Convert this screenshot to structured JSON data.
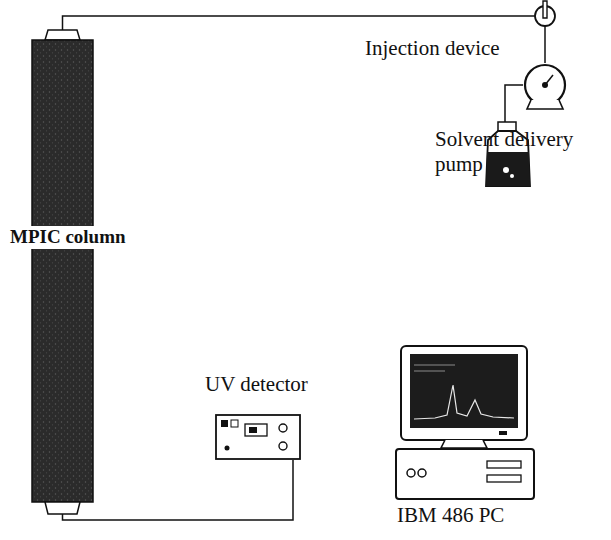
{
  "diagram": {
    "nodes": [
      {
        "text": [
          "MPIC column"
        ]
      },
      {
        "text": [
          "Injection device"
        ]
      },
      {
        "text": [
          "Solvent delivery pump"
        ]
      },
      {
        "text": [
          "UV detector"
        ]
      },
      {
        "text": [
          "IBM 486 PC"
        ]
      }
    ],
    "edges": [
      {
        "from": 2,
        "to": 1,
        "arrow": "none"
      },
      {
        "from": 1,
        "to": 0,
        "arrow": "none"
      },
      {
        "from": 0,
        "to": 3,
        "arrow": "none"
      }
    ]
  }
}
